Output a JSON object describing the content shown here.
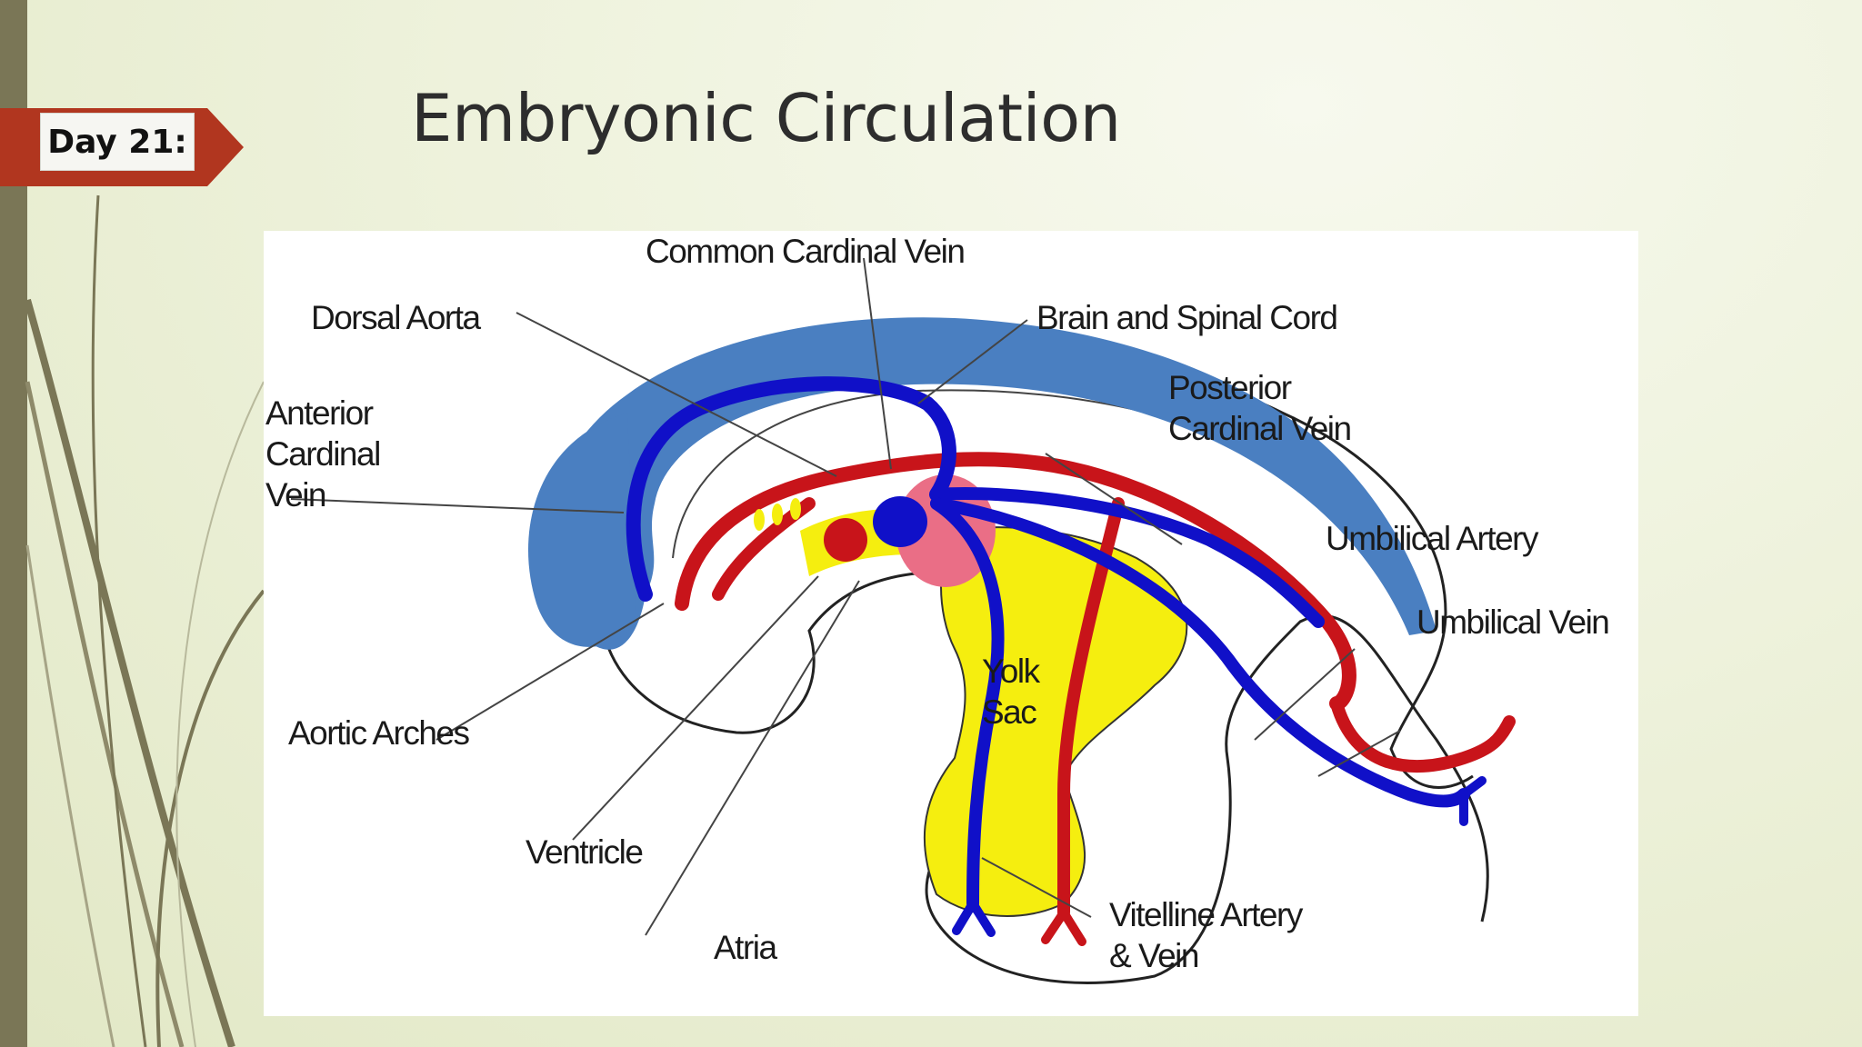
{
  "slide": {
    "tag": "Day 21:",
    "title": "Embryonic Circulation"
  },
  "colors": {
    "artery": "#c8141a",
    "vein": "#1010c8",
    "neural_tube": "#4a7fc1",
    "yolk_sac": "#f5ee0f",
    "heart": "#ea6e86",
    "tag": "#b1361f"
  },
  "diagram": {
    "labels": {
      "common_cardinal_vein": "Common Cardinal Vein",
      "dorsal_aorta": "Dorsal Aorta",
      "brain_spinal_cord": "Brain and Spinal Cord",
      "posterior_cardinal_vein": "Posterior\nCardinal Vein",
      "anterior_cardinal_vein": "Anterior\nCardinal\nVein",
      "umbilical_artery": "Umbilical Artery",
      "umbilical_vein": "Umbilical Vein",
      "aortic_arches": "Aortic Arches",
      "ventricle": "Ventricle",
      "atria": "Atria",
      "yolk_sac": "Yolk\nSac",
      "vitelline_artery_vein": "Vitelline Artery\n& Vein"
    }
  }
}
